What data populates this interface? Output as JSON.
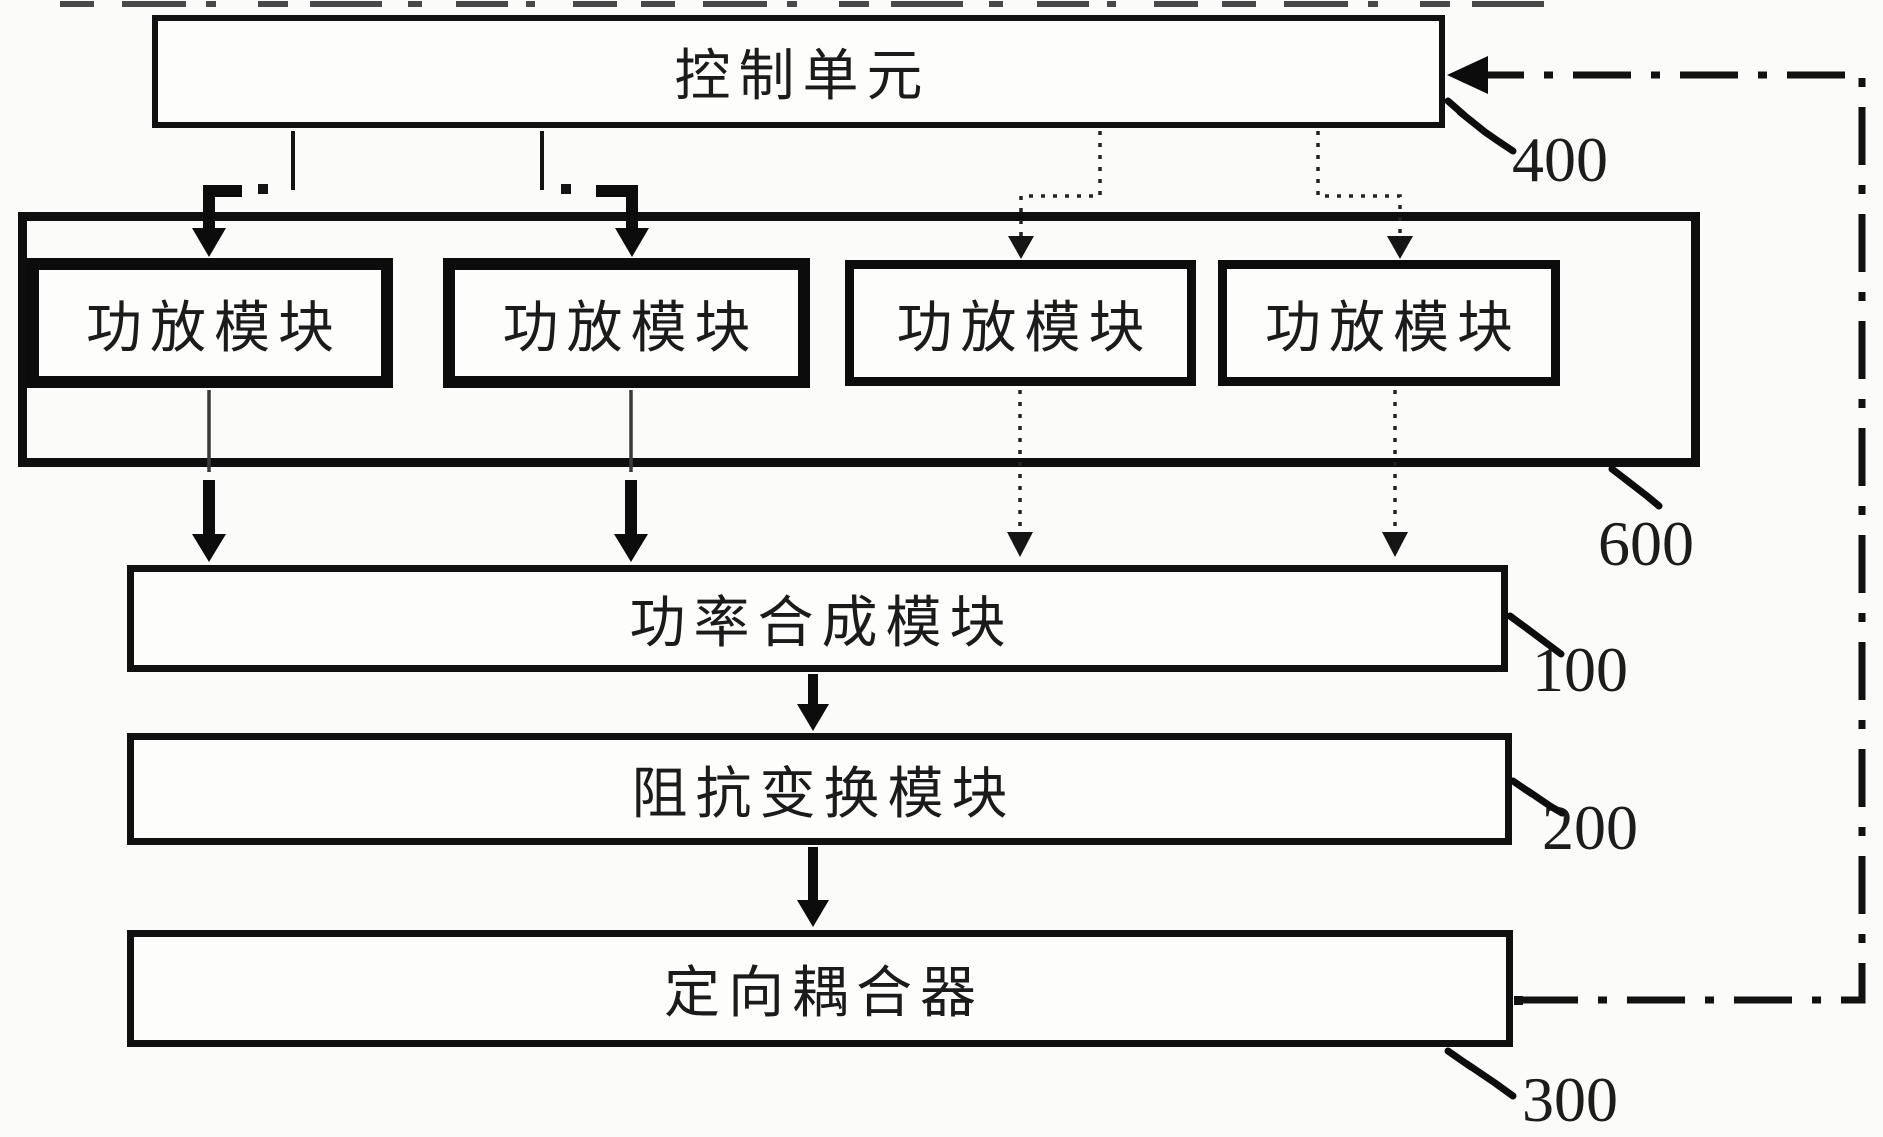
{
  "colors": {
    "background": "#fbfbfa",
    "line": "#141414"
  },
  "blocks": {
    "control_unit": "控制单元",
    "amp_modules": [
      "功放模块",
      "功放模块",
      "功放模块",
      "功放模块"
    ],
    "power_combiner": "功率合成模块",
    "impedance_transformer": "阻抗变换模块",
    "directional_coupler": "定向耦合器"
  },
  "refs": {
    "control_unit": "400",
    "amp_container": "600",
    "power_combiner": "100",
    "impedance_transformer": "200",
    "directional_coupler": "300"
  }
}
